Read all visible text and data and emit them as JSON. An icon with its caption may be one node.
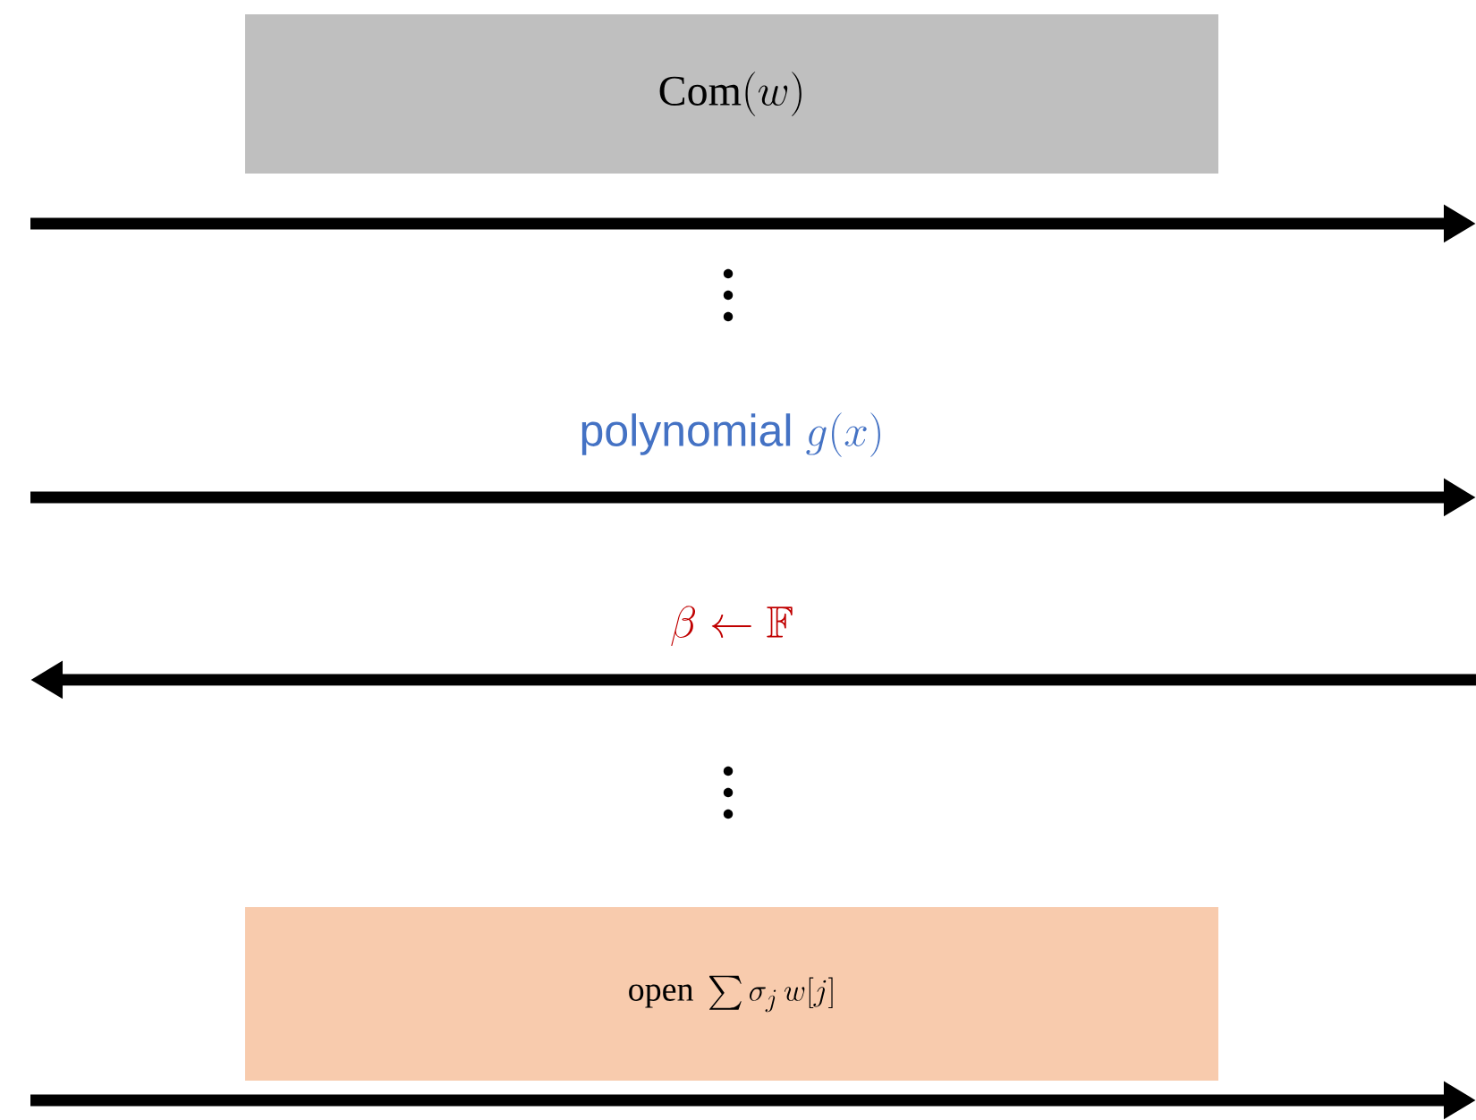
{
  "diagram": {
    "nodes": [
      {
        "text": [
          "\\mathrm{Com}(w)"
        ]
      },
      {
        "text": [
          "\\text{open } \\sum \\sigma_j\\, w[j]"
        ]
      }
    ],
    "labels": [
      "\\text{polynomial } g(x)",
      "\\beta \\leftarrow \\mathbb{F}"
    ]
  }
}
